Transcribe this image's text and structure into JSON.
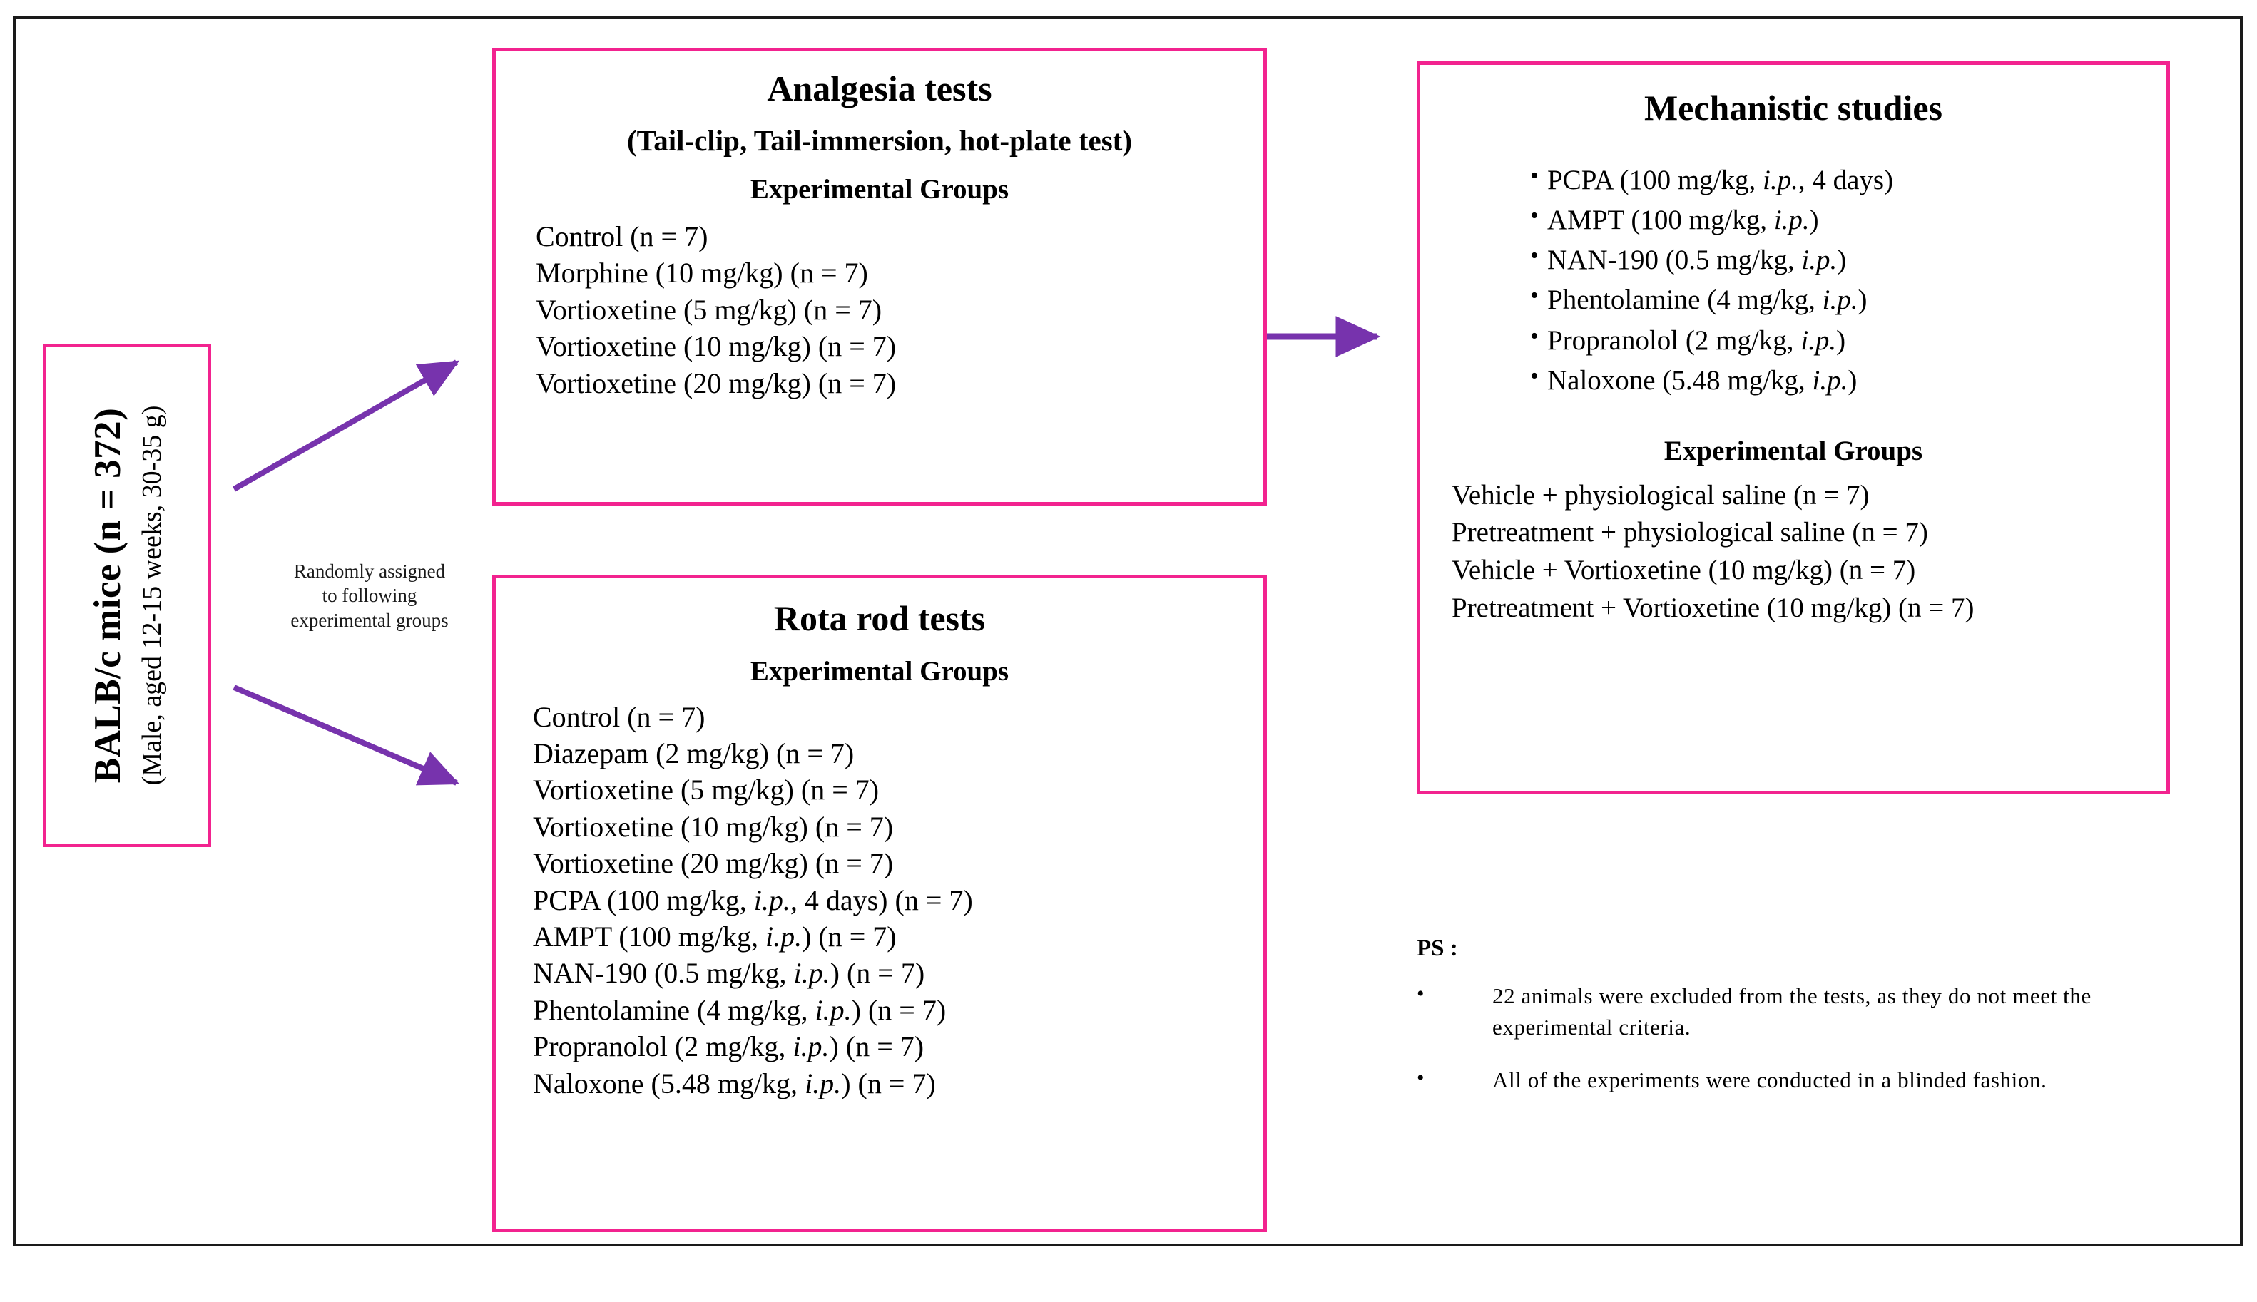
{
  "colors": {
    "box_border": "#f2238f",
    "arrow": "#7733ad",
    "outer_frame": "#1a1a1a",
    "text": "#000000"
  },
  "animal_box": {
    "title": "BALB/c mice (n = 372)",
    "subtitle": "(Male, aged 12-15 weeks, 30-35 g)"
  },
  "assignment_note": {
    "line1": "Randomly assigned",
    "line2": "to following",
    "line3": "experimental groups"
  },
  "analgesia": {
    "title": "Analgesia tests",
    "subtitle": "(Tail-clip, Tail-immersion, hot-plate test)",
    "groups_header": "Experimental Groups",
    "groups": [
      "Control (n = 7)",
      "Morphine (10 mg/kg) (n = 7)",
      "Vortioxetine (5 mg/kg) (n = 7)",
      "Vortioxetine (10 mg/kg) (n = 7)",
      "Vortioxetine (20 mg/kg) (n = 7)"
    ]
  },
  "rota_rod": {
    "title": "Rota rod tests",
    "groups_header": "Experimental Groups",
    "groups": [
      {
        "pre": "Control (n = 7)",
        "ital": "",
        "post": ""
      },
      {
        "pre": "Diazepam (2 mg/kg) (n = 7)",
        "ital": "",
        "post": ""
      },
      {
        "pre": "Vortioxetine (5 mg/kg) (n = 7)",
        "ital": "",
        "post": ""
      },
      {
        "pre": "Vortioxetine (10 mg/kg) (n = 7)",
        "ital": "",
        "post": ""
      },
      {
        "pre": "Vortioxetine (20 mg/kg) (n = 7)",
        "ital": "",
        "post": ""
      },
      {
        "pre": "PCPA (100 mg/kg, ",
        "ital": "i.p.",
        "post": ", 4 days) (n = 7)"
      },
      {
        "pre": "AMPT (100 mg/kg, ",
        "ital": "i.p.",
        "post": ") (n = 7)"
      },
      {
        "pre": "NAN-190 (0.5 mg/kg, ",
        "ital": "i.p.",
        "post": ") (n = 7)"
      },
      {
        "pre": "Phentolamine (4 mg/kg, ",
        "ital": "i.p.",
        "post": ") (n = 7)"
      },
      {
        "pre": "Propranolol (2 mg/kg, ",
        "ital": "i.p.",
        "post": ") (n = 7)"
      },
      {
        "pre": "Naloxone (5.48 mg/kg, ",
        "ital": "i.p.",
        "post": ") (n = 7)"
      }
    ]
  },
  "mechanistic": {
    "title": "Mechanistic studies",
    "bullet_glyph": "•",
    "drugs": [
      {
        "pre": "PCPA (100 mg/kg, ",
        "ital": "i.p.",
        "post": ", 4 days)"
      },
      {
        "pre": "AMPT (100 mg/kg, ",
        "ital": "i.p.",
        "post": ")"
      },
      {
        "pre": "NAN-190 (0.5 mg/kg, ",
        "ital": "i.p.",
        "post": ")"
      },
      {
        "pre": "Phentolamine (4 mg/kg, ",
        "ital": "i.p.",
        "post": ")"
      },
      {
        "pre": "Propranolol (2 mg/kg, ",
        "ital": "i.p.",
        "post": ")"
      },
      {
        "pre": "Naloxone (5.48 mg/kg, ",
        "ital": "i.p.",
        "post": ")"
      }
    ],
    "groups_header": "Experimental Groups",
    "groups": [
      "Vehicle + physiological saline (n = 7)",
      "Pretreatment + physiological saline (n = 7)",
      "Vehicle + Vortioxetine (10 mg/kg) (n = 7)",
      "Pretreatment + Vortioxetine (10 mg/kg) (n = 7)"
    ]
  },
  "ps": {
    "label": "PS :",
    "bullet_glyph": "•",
    "notes": [
      "22 animals were excluded from the tests, as they do not meet the experimental criteria.",
      "All of the experiments were conducted in a blinded fashion."
    ]
  }
}
